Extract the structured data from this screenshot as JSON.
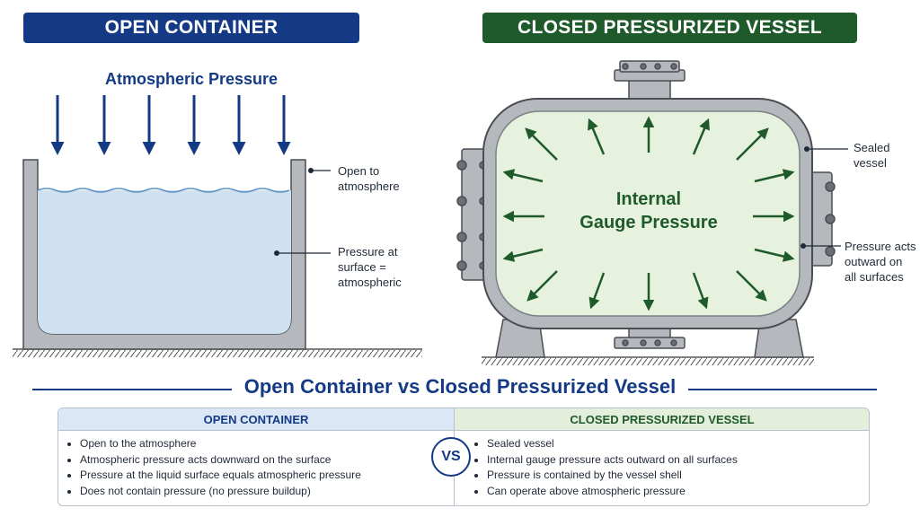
{
  "open_container": {
    "banner": "OPEN CONTAINER",
    "pressure_label": "Atmospheric Pressure",
    "callout_open": [
      "Open to",
      "atmosphere"
    ],
    "callout_surface": [
      "Pressure at",
      "surface =",
      "atmospheric"
    ]
  },
  "closed_vessel": {
    "banner": "CLOSED PRESSURIZED VESSEL",
    "internal_label": [
      "Internal",
      "Gauge Pressure"
    ],
    "callout_sealed": [
      "Sealed",
      "vessel"
    ],
    "callout_outward": [
      "Pressure acts",
      "outward on",
      "all surfaces"
    ]
  },
  "comparison": {
    "title": "Open Container vs Closed Pressurized Vessel",
    "vs": "VS",
    "left_header": "OPEN CONTAINER",
    "left_items": [
      "Open to the atmosphere",
      "Atmospheric pressure acts downward on the surface",
      "Pressure at the liquid surface equals atmospheric pressure",
      "Does not contain pressure (no pressure buildup)"
    ],
    "right_header": "CLOSED PRESSURIZED VESSEL",
    "right_items": [
      "Sealed vessel",
      "Internal gauge pressure acts outward on all surfaces",
      "Pressure is contained by the vessel shell",
      "Can operate above atmospheric pressure"
    ]
  },
  "colors": {
    "open_accent": "#143a85",
    "closed_accent": "#1e5a2a",
    "water": "#cfe1f1",
    "gas": "#e6f2dd",
    "steel": "#a9adb2"
  }
}
